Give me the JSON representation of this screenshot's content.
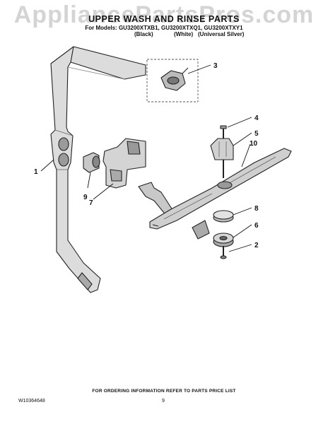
{
  "watermark": "AppliancePartsPros.com",
  "title": "UPPER WASH AND RINSE PARTS",
  "models": "For Models: GU3200XTXB1, GU3200XTXQ1, GU3200XTXY1",
  "colors": [
    "(Black)",
    "(White)",
    "(Universal Silver)"
  ],
  "callouts": [
    "1",
    "2",
    "3",
    "4",
    "5",
    "6",
    "7",
    "8",
    "9",
    "10"
  ],
  "footer": "FOR ORDERING INFORMATION REFER TO PARTS PRICE LIST",
  "doc_number": "W10364648",
  "page_number": "9"
}
